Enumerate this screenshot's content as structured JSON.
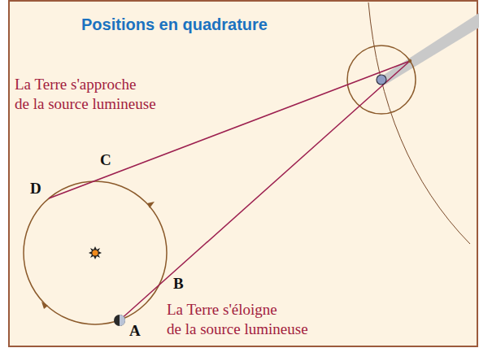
{
  "diagram": {
    "title": "Positions en quadrature",
    "labels": [
      "La Terre s'approche de la source lumineuse",
      "C",
      "D",
      "B",
      "La Terre s'éloigne de la source lumineuse",
      "A"
    ]
  }
}
